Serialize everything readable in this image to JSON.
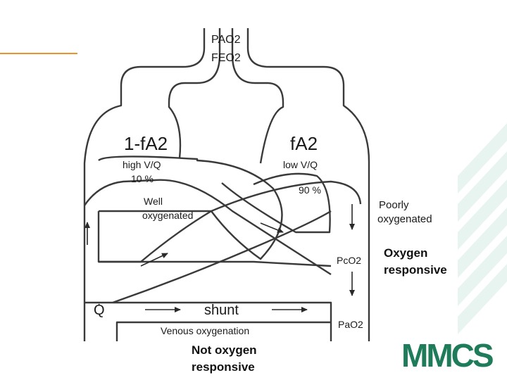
{
  "diagram": {
    "top_label_1": "PAO2",
    "top_label_2": "FEO2",
    "left_compartment": "1-fA2",
    "right_compartment": "fA2",
    "left_vq": "high V/Q",
    "right_vq": "low V/Q",
    "left_pct": "10 %",
    "right_pct": "90 %",
    "left_note_1": "Well",
    "left_note_2": "oxygenated",
    "right_note_1": "Poorly",
    "right_note_2": "oxygenated",
    "pco2": "PcO2",
    "oxygen_responsive_1": "Oxygen",
    "oxygen_responsive_2": "responsive",
    "q_dot": "Q",
    "shunt": "shunt",
    "pao2": "PaO2",
    "venous": "Venous oxygenation",
    "not_responsive_1": "Not oxygen",
    "not_responsive_2": "responsive"
  },
  "logo_text": "MMCS",
  "colors": {
    "accent_line": "#e8932c",
    "logo": "#1e7c5b",
    "stroke": "#3a3a3a"
  }
}
